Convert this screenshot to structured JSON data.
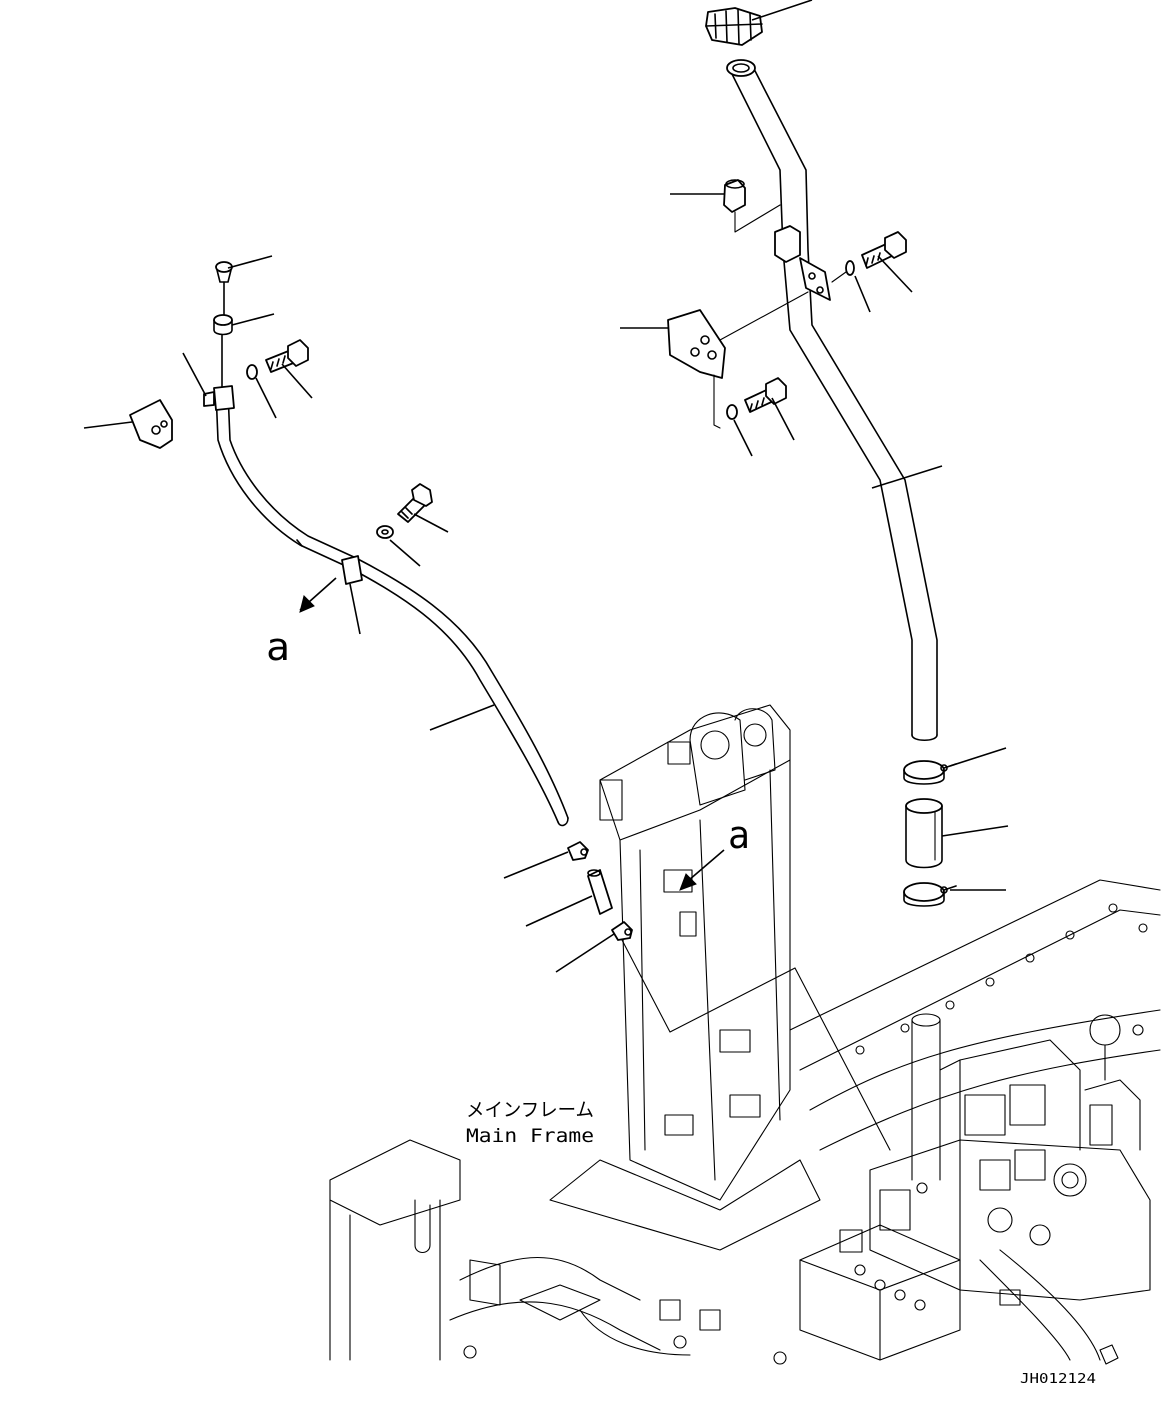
{
  "labels": {
    "main_frame_jp": "メインフレーム",
    "main_frame_en": "Main Frame",
    "view_mark_1": "a",
    "view_mark_2": "a",
    "drawing_id": "JH012124"
  }
}
